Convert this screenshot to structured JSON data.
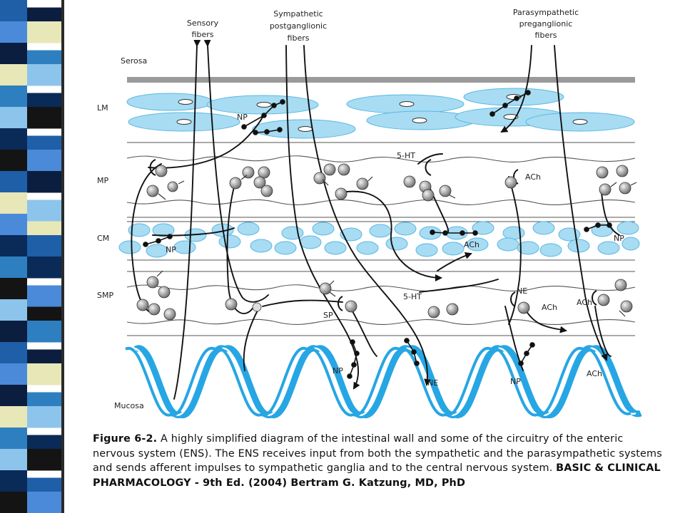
{
  "diagram": {
    "headers": {
      "sensory": [
        "Sensory",
        "fibers"
      ],
      "sympathetic": [
        "Sympathetic",
        "postganglionic",
        "fibers"
      ],
      "parasympathetic": [
        "Parasympathetic",
        "preganglionic",
        "fibers"
      ]
    },
    "layers": {
      "serosa": "Serosa",
      "lm": "LM",
      "mp": "MP",
      "cm": "CM",
      "smp": "SMP",
      "mucosa": "Mucosa"
    },
    "labels": {
      "np_lm": "NP",
      "ht_mp": "5-HT",
      "ach_mp": "ACh",
      "np_cm_left": "NP",
      "ach_cm": "ACh",
      "np_cm_right": "NP",
      "ne_smp": "NE",
      "ht_smp": "5-HT",
      "ach_smp1": "ACh",
      "ach_smp2": "ACh",
      "sp_smp": "SP",
      "np_muc1": "NP",
      "ne_muc": "NE",
      "np_muc2": "NP",
      "ach_muc": "ACh"
    }
  },
  "caption": {
    "figure_label": "Figure 6-2.",
    "text": " A highly simplified diagram of the intestinal wall and some of the circuitry of the enteric nervous system (ENS). The ENS receives input from both the sympathetic and the parasympathetic systems and sends afferent impulses to sympathetic ganglia and to the central nervous system. ",
    "source": "BASIC & CLINICAL PHARMACOLOGY  - 9th Ed. (2004) Bertram G. Katzung, MD, PhD"
  },
  "colors": {
    "stripes": [
      "#1e5fa8",
      "#4a8ad8",
      "#0b1e3f",
      "#e8e7b8",
      "#2e7fbf",
      "#8cc4ec",
      "#0a2a57",
      "#141414"
    ],
    "muscle": "#a8dcf2",
    "mucosa": "#27a6e4",
    "serosa": "#9a9a9a"
  }
}
